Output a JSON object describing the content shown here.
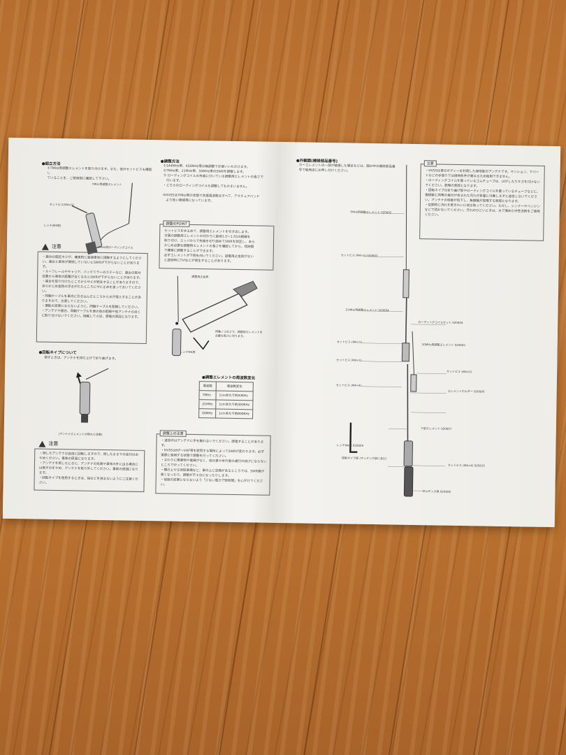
{
  "sheet": {
    "left": {
      "assembly": {
        "heading": "●組立方法",
        "body": "①7MHz用調整エレメントを取り付けます。また、他のセットビスも確認し\nていることを、ご使用前に確認して下さい。"
      },
      "fig1_labels": [
        "7MHz用調整エレメント",
        "セットビス(M4×5)",
        "レンチ(M4用)",
        "7MHz用ローディングコイル"
      ],
      "caution1": {
        "title": "注意",
        "body": "・基台の固定ネジが、確実的に直接車体に接触するようにしてください。基台と車体が接続していないとSWRが下がらないことがあります。\n・ルーフレールやキャリア、バックミラーのステーなど、基台の取付位置から車体の距離が近くなるとSWRが下がらないことがあります。\n・基台を取り付けたところからサビが発生することがありますので、あらかじめ塗装の浮きがれたところにサビ止めを塗っておいてください。\n・同軸ケーブルを車内に引き込んだところから水が侵入することがありますので、注意してください。\n・運転の支障にならないように、同軸ケーブルを配線してください。\n・アンテナや基台、同軸ケーブルを車の他の配線や他アンテナの近くに取り付けないでください。接触して火災、感電の原因となります。"
      },
      "tilt": {
        "heading": "●回転ネイプについて",
        "body": "倒すときは、アンテナを持ち上げて折り曲げます。"
      },
      "fig_tilt_caption": "(アンテナエレメントが倒れた状態)",
      "caution2": {
        "title": "注意",
        "body": "・倒したアンテナは自由に回転しますので、倒したままでの走行はおやめください。事故の原因になります。\n・アンテナを倒したときに、アンテナの先端や車体の外に出る場合には倒すのをやめ、アンテナを取り外してください。事故の原因になります。\n・回転ネイプを使用するときは、指などを挟まないようにご注意ください。"
      }
    },
    "middle": {
      "adjust": {
        "heading": "●調整方法",
        "body": "①144MHz帯、430MHz帯は無調整でお使いいただけます。\n②7MHz帯、21MHz帯、50MHz帯のSWRを調整します。\nラ ローディングコイルの先端に付いている調整用エレメントの長さで\n　行います。\n・どちらのローディングコイルも調整してもかまいません。\n\n※HV5Sは7MHz帯の状態で共振周波数はすべて、アマチュアバンド\n　より低い値域限になっています。"
      },
      "point": {
        "title": "調整のPOINT",
        "body": "セットビスをゆるめて、調整用エレメントを引き出します。\n付属の調整用エレメントの代わりに直径1.5〜1.55の銅線を\n取り付け、エッバからで先端を切り詰めてSWRを測定し、あら\nかじめ必要な調整用エレメントの長さを確認してから、短時間\nで確実に調整することができます。\n必ずエレメントが下側を向いてください。送電用止金具がない\nと送信時にTVIなどが発生することがあります。"
      },
      "fig2_labels": [
        "調整用止金具",
        "同軸ノコなどで、調整用エレメントを必要な長さに切ります。",
        "レンチM4用"
      ],
      "table": {
        "heading": "●調整エレメントの周波数変化",
        "columns": [
          "周波数",
          "周波数変化"
        ],
        "rows": [
          [
            "7MHz",
            "1cmあたり約43KHz"
          ],
          [
            "21MHz",
            "1cmあたり約300KHz"
          ],
          [
            "50MHz",
            "1cmあたり約800KHz"
          ]
        ]
      },
      "adj_caution": {
        "title": "調整上の注意",
        "body": "・送信中はアンテナに手を触れないでください。感電することがあります。\n・HV5SはHF〜VHF帯を使用する場所によってSWRが変わります。必ず実際に使用する状態で調整を行ってください。\n・まわりに障害物や電線がなく、他の車や歩行者の通行の妨げにならないところで行ってください。\n・棚の上や立体駐車場など、車の上に空間があるところでは、SWR値が高くなったり、調整が不十分になったりします。\n・他局の妨害とならないよう「少ない電力で短時間」を心がけてください。"
      }
    },
    "right": {
      "parts": {
        "heading": "●外観図(補修部品番号)",
        "body": "ガーエレメントの一部が破損した場合などは、図の中の補修部品番\n号で販売店にお申し付けください。"
      },
      "caution": {
        "title": "注意",
        "body": "・HV5Sは車のボディーを利用した接地型のアンテナです。マンション、アパートなどの手摺りでは接地条件が異なるため使用できません。\n・ローディングコイルを覆っているゴムチューブは、はがしたりキズを付けないでください。故障の原因となります。\n・回転ネイプの折り曲げ部やローディングコイルを覆っているチューブなどに、傷経験と同等の塩分が含まれた汚れが多量に付着しますと送信しないでください。アンテナの性能が低下し、無線機が故障する原因となります。\n・定期的に汚れを乾きれいに拭き取ってください。ただし、シンナーやベンジンなどで拭かないでください。汚れのひどいときは、水で薄めた中性洗剤をご使用ください。"
      },
      "parts_labels": [
        "7MHz用調整エレメント 020602",
        "セットビス (M4×5) 020603",
        "21MHz用調整エレメント 020604",
        "ローディングコイルセット 020604",
        "50MHz用調整エレメント 020605",
        "セットビス (M4×5)",
        "セットビス (M4×5)",
        "セットビス (M4×5)",
        "エレメントホルダー 020606",
        "セットビス (M4×4)",
        "下部エレメント 020607",
        "レンチM4用 020609",
        "回転ネイプ部 (マッチング部に含む)",
        "セットビス (M4×4) 020610",
        "マッチング部 020608"
      ]
    }
  }
}
